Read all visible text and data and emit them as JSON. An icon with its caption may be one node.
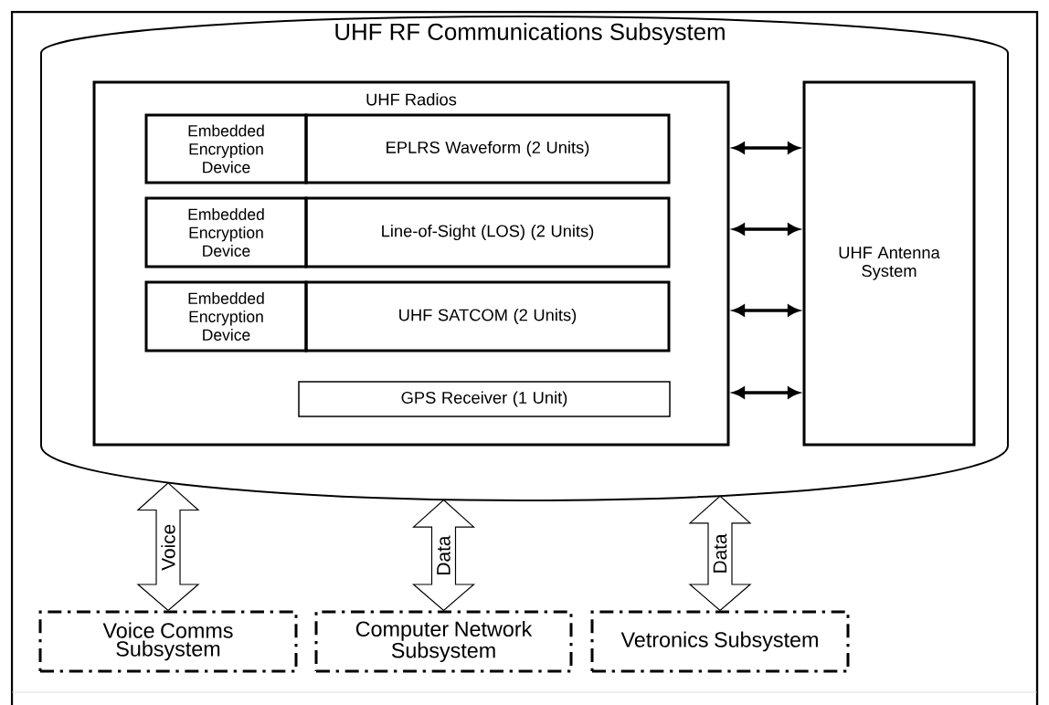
{
  "diagram": {
    "nodes": [
      {
        "text": [
          "UHF RF Communications Subsystem"
        ]
      },
      {
        "text": [
          "UHF Radios"
        ],
        "in": 0
      },
      {
        "text": [
          "Embedded Encryption Device"
        ],
        "in": 1
      },
      {
        "text": [
          "EPLRS Waveform (2 Units)"
        ],
        "in": 1
      },
      {
        "text": [
          "Embedded Encryption Device"
        ],
        "in": 1
      },
      {
        "text": [
          "Line-of-Sight (LOS) (2 Units)"
        ],
        "in": 1
      },
      {
        "text": [
          "Embedded Encryption Device"
        ],
        "in": 1
      },
      {
        "text": [
          "UHF SATCOM (2 Units)"
        ],
        "in": 1
      },
      {
        "text": [
          "GPS Receiver (1 Unit)"
        ],
        "in": 1
      },
      {
        "text": [
          "UHF Antenna System"
        ],
        "in": 0
      },
      {
        "text": [
          "Voice Comms Subsystem"
        ]
      },
      {
        "text": [
          "Computer Network Subsystem"
        ]
      },
      {
        "text": [
          "Vetronics Subsystem"
        ]
      }
    ],
    "edges": [
      {
        "from": 1,
        "to": 9,
        "arrow": "both"
      },
      {
        "from": 1,
        "to": 9,
        "arrow": "both"
      },
      {
        "from": 1,
        "to": 9,
        "arrow": "both"
      },
      {
        "from": 1,
        "to": 9,
        "arrow": "both"
      },
      {
        "from": 0,
        "to": 10,
        "arrow": "both",
        "label": "Voice"
      },
      {
        "from": 0,
        "to": 11,
        "arrow": "both",
        "label": "Data"
      },
      {
        "from": 0,
        "to": 12,
        "arrow": "both",
        "label": "Data"
      }
    ]
  }
}
